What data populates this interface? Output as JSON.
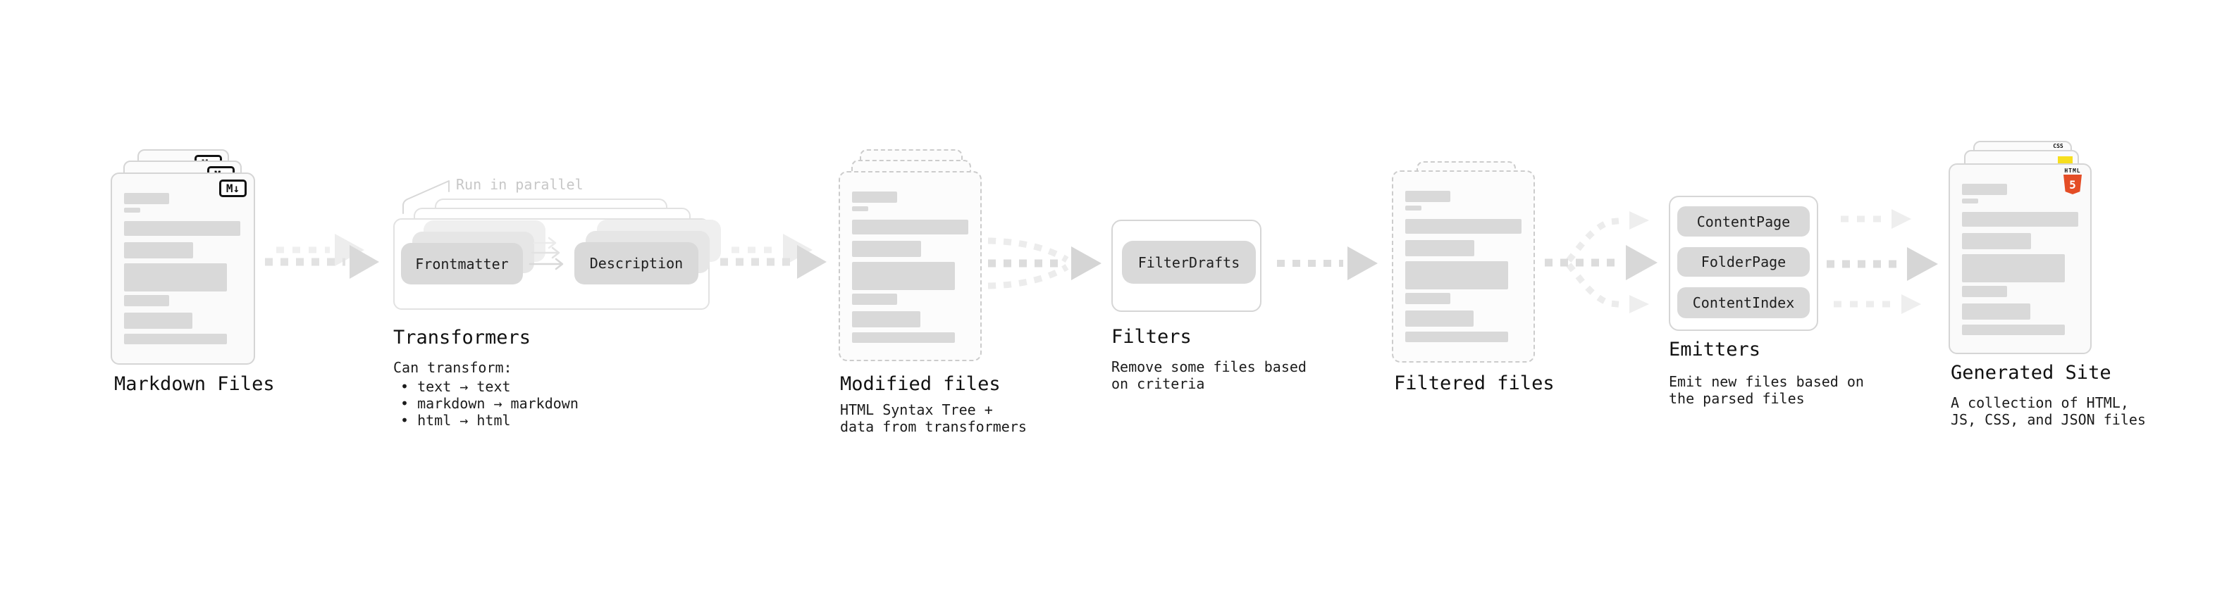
{
  "colors": {
    "html5_orange": "#e44d26",
    "js_yellow": "#f7df1e",
    "css_blue": "#2760e5"
  },
  "stages": {
    "markdown": {
      "label": "Markdown Files",
      "icon_text": "M↓"
    },
    "transformers": {
      "label": "Transformers",
      "annotation": "Run in parallel",
      "pill_left": "Frontmatter",
      "pill_right": "Description",
      "desc_title": "Can transform:",
      "bullets": [
        "• text → text",
        "• markdown → markdown",
        "• html → html"
      ]
    },
    "modified": {
      "label": "Modified files",
      "desc": "HTML Syntax Tree +\ndata from transformers"
    },
    "filters": {
      "label": "Filters",
      "pill": "FilterDrafts",
      "desc": "Remove some files based\non criteria"
    },
    "filtered": {
      "label": "Filtered files"
    },
    "emitters": {
      "label": "Emitters",
      "pills": [
        "ContentPage",
        "FolderPage",
        "ContentIndex"
      ],
      "desc": "Emit new files based on\nthe parsed files"
    },
    "generated": {
      "label": "Generated Site",
      "desc": "A collection of HTML,\nJS, CSS, and JSON files",
      "html5_text": "HTML",
      "html5_number": "5",
      "css_text": "CSS"
    }
  }
}
